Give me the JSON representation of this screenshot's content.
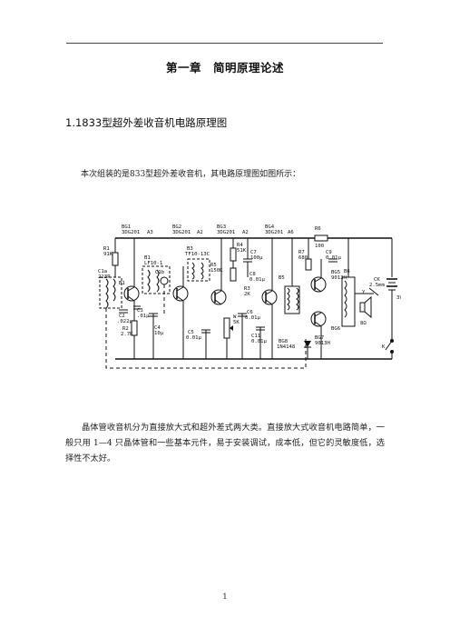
{
  "page": {
    "chapter_title": "第一章　简明原理论述",
    "section_title": "1.1833型超外差收音机电路原理图",
    "intro": "本次组装的是833型超外差收音机，其电路原理图如图所示：",
    "paragraph": "晶体管收音机分为直接放大式和超外差式两大类。直接放大式收音机电路简单，一般只用 1—4 只晶体管和一些基本元件，易于安装调试，成本低，但它的灵敏度低，选择性不太好。",
    "page_number": "1"
  },
  "schematic": {
    "labels": {
      "bg1": "BG1",
      "bg1_type": "3DG201",
      "a3": "A3",
      "bg2": "BG2",
      "bg2_type": "3DG201",
      "a2_1": "A2",
      "bg3": "BG3",
      "bg3_type": "3DG201",
      "a2_2": "A2",
      "bg4": "BG4",
      "bg4_type": "3DG201",
      "a6": "A6",
      "r6": "R6",
      "r6_val": "100",
      "r1": "R1",
      "r1_val": "91K",
      "b1": "B1",
      "b1_type": "LF10-1",
      "b3": "B3",
      "b3_type": "TF10-13C",
      "r4": "R4",
      "r4_val": "51K",
      "r5": "R5",
      "r5_val": "150K",
      "c7": "C7",
      "c7_val": "100μ",
      "c8": "C8",
      "c8_val": "0.01μ",
      "c1a": "C1a",
      "c1a_val": "223P",
      "c1b": "C1b",
      "c2": "C2",
      "c2_val": ".022μ",
      "c3": "C3",
      "c3_val": ".01μ",
      "c4": "C4",
      "c4_val": "10μ",
      "c5": "C5",
      "c5_val": "0.01μ",
      "c6": "C6",
      "c6_val": "0.01μ",
      "r2": "R2",
      "r2_val": "2.7K",
      "r3": "R3",
      "r3_val": "2K",
      "c9": "C9",
      "c9_val": "0.01μ",
      "c11": "C11",
      "c11_val": "0.01μ",
      "w": "W",
      "w_val": "5K",
      "r7": "R7",
      "r7_val": "680",
      "b5": "B5",
      "b6": "B6",
      "bg5": "BG5",
      "bg5_type": "9013H",
      "bg6": "BG6",
      "bg7": "BG7",
      "bg7_type": "9013H",
      "bg8": "BG8",
      "bg8_type": "1N4148",
      "ck": "CK",
      "ck_val": "2.5mm",
      "y": "Y",
      "y_val": "8Ω",
      "battery": "3V",
      "k": "K"
    }
  }
}
